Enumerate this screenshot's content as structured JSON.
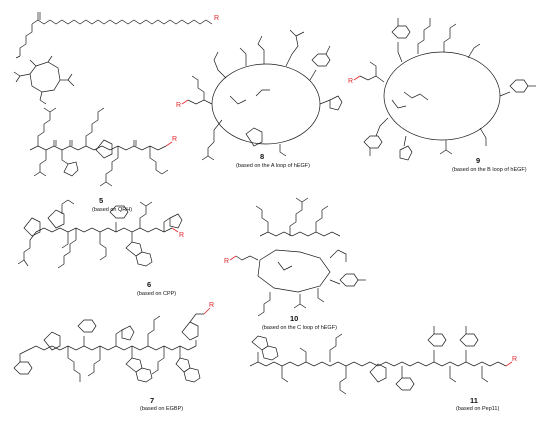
{
  "figure": {
    "compounds": [
      {
        "number": "",
        "caption": ""
      },
      {
        "number": "5",
        "caption": "(based on QRH)"
      },
      {
        "number": "6",
        "caption": "(based on CPP)"
      },
      {
        "number": "7",
        "caption": "(based on EGBP)"
      },
      {
        "number": "8",
        "caption": "(based on the A loop of hEGF)"
      },
      {
        "number": "9",
        "caption": "(based on the B loop of hEGF)"
      },
      {
        "number": "10",
        "caption": "(based on the C loop of hEGF)"
      },
      {
        "number": "11",
        "caption": "(based on Pep11)"
      }
    ],
    "r_group_label": "R",
    "r_group_color": "#e0242a",
    "bond_color": "#1a1a1a"
  }
}
